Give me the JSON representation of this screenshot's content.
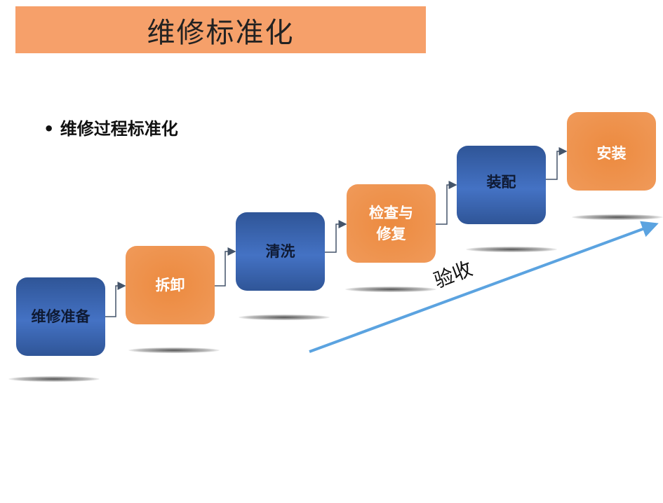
{
  "title": "维修标准化",
  "bullet": "维修过程标准化",
  "steps": [
    {
      "label": "维修准备",
      "color": "blue"
    },
    {
      "label": "拆卸",
      "color": "orange"
    },
    {
      "label": "清洗",
      "color": "blue"
    },
    {
      "label": "检查与\n修复",
      "color": "orange"
    },
    {
      "label": "装配",
      "color": "blue"
    },
    {
      "label": "安装",
      "color": "orange"
    }
  ],
  "arrow_label": "验收",
  "colors": {
    "blue": "#4472c4",
    "orange": "#ed7d31",
    "title_bar": "#f6a06a",
    "accept_arrow": "#5ba3e0"
  }
}
